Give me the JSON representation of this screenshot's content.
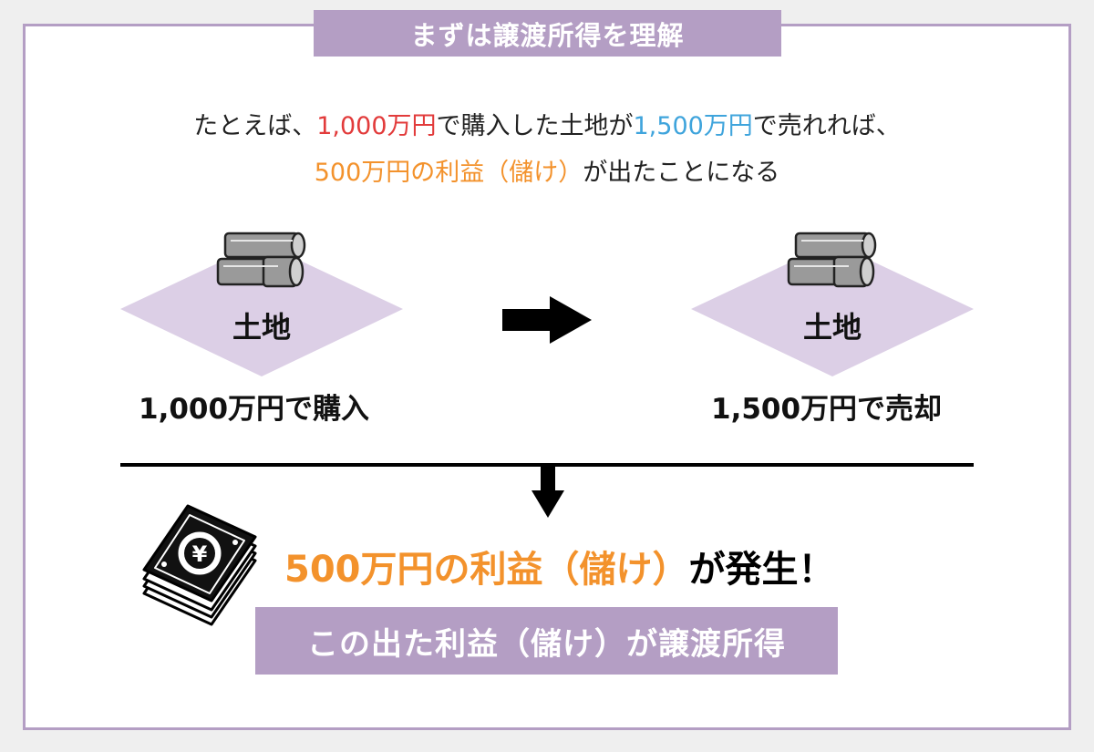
{
  "title": "まずは譲渡所得を理解",
  "intro": {
    "line1": {
      "a": "たとえば、",
      "buy_price": "1,000万円",
      "b": "で購入した土地が",
      "sell_price": "1,500万円",
      "c": "で売れれば、"
    },
    "line2": {
      "profit": "500万円の利益（儲け）",
      "rest": "が出たことになる"
    }
  },
  "left": {
    "land_label": "土地",
    "caption": "1,000万円で購入"
  },
  "right": {
    "land_label": "土地",
    "caption": "1,500万円で売却"
  },
  "result": {
    "profit_highlight": "500万円の利益（儲け）",
    "profit_rest": "が発生！",
    "box_text": "この出た利益（儲け）が譲渡所得"
  },
  "colors": {
    "accent_purple": "#b49ec4",
    "diamond_fill": "#dccfe6",
    "red": "#e23b3b",
    "blue": "#3fa4dc",
    "orange": "#f3922c"
  },
  "icons": [
    "pipes-icon",
    "pipes-icon",
    "arrow-right-icon",
    "arrow-down-icon",
    "yen-banknotes-icon"
  ]
}
